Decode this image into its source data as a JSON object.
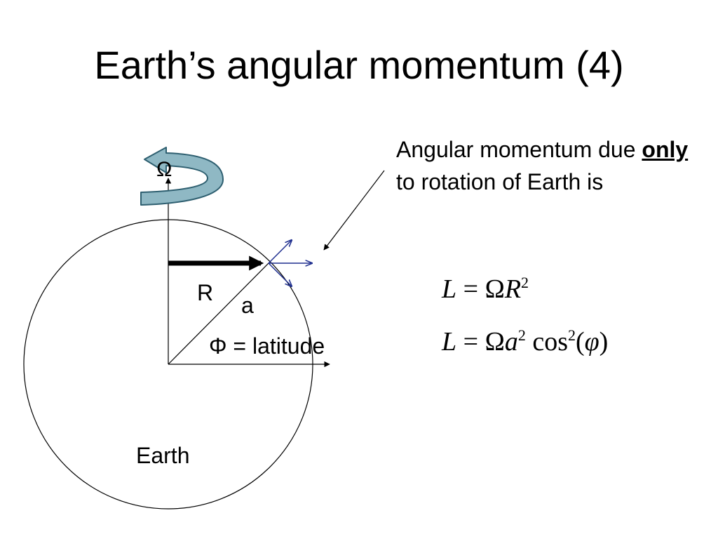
{
  "slide": {
    "title": "Earth’s angular momentum (4)"
  },
  "diagram": {
    "omega_label": "Ω",
    "radius_label": "R",
    "a_label": "a",
    "latitude_label": "Φ = latitude",
    "earth_label": "Earth"
  },
  "note": {
    "part1": "Angular momentum due",
    "emphasis": "only",
    "part2": "to rotation of Earth is"
  },
  "equations": {
    "eq1": {
      "L": "L",
      "eq": " = ",
      "Omega": "Ω",
      "R": "R",
      "exp": "2"
    },
    "eq2": {
      "L": "L",
      "eq": " = ",
      "Omega": "Ω",
      "a": "a",
      "exp": "2",
      "cos": " cos",
      "exp2": "2",
      "open": "(",
      "phi": "φ",
      "close": ")"
    }
  }
}
